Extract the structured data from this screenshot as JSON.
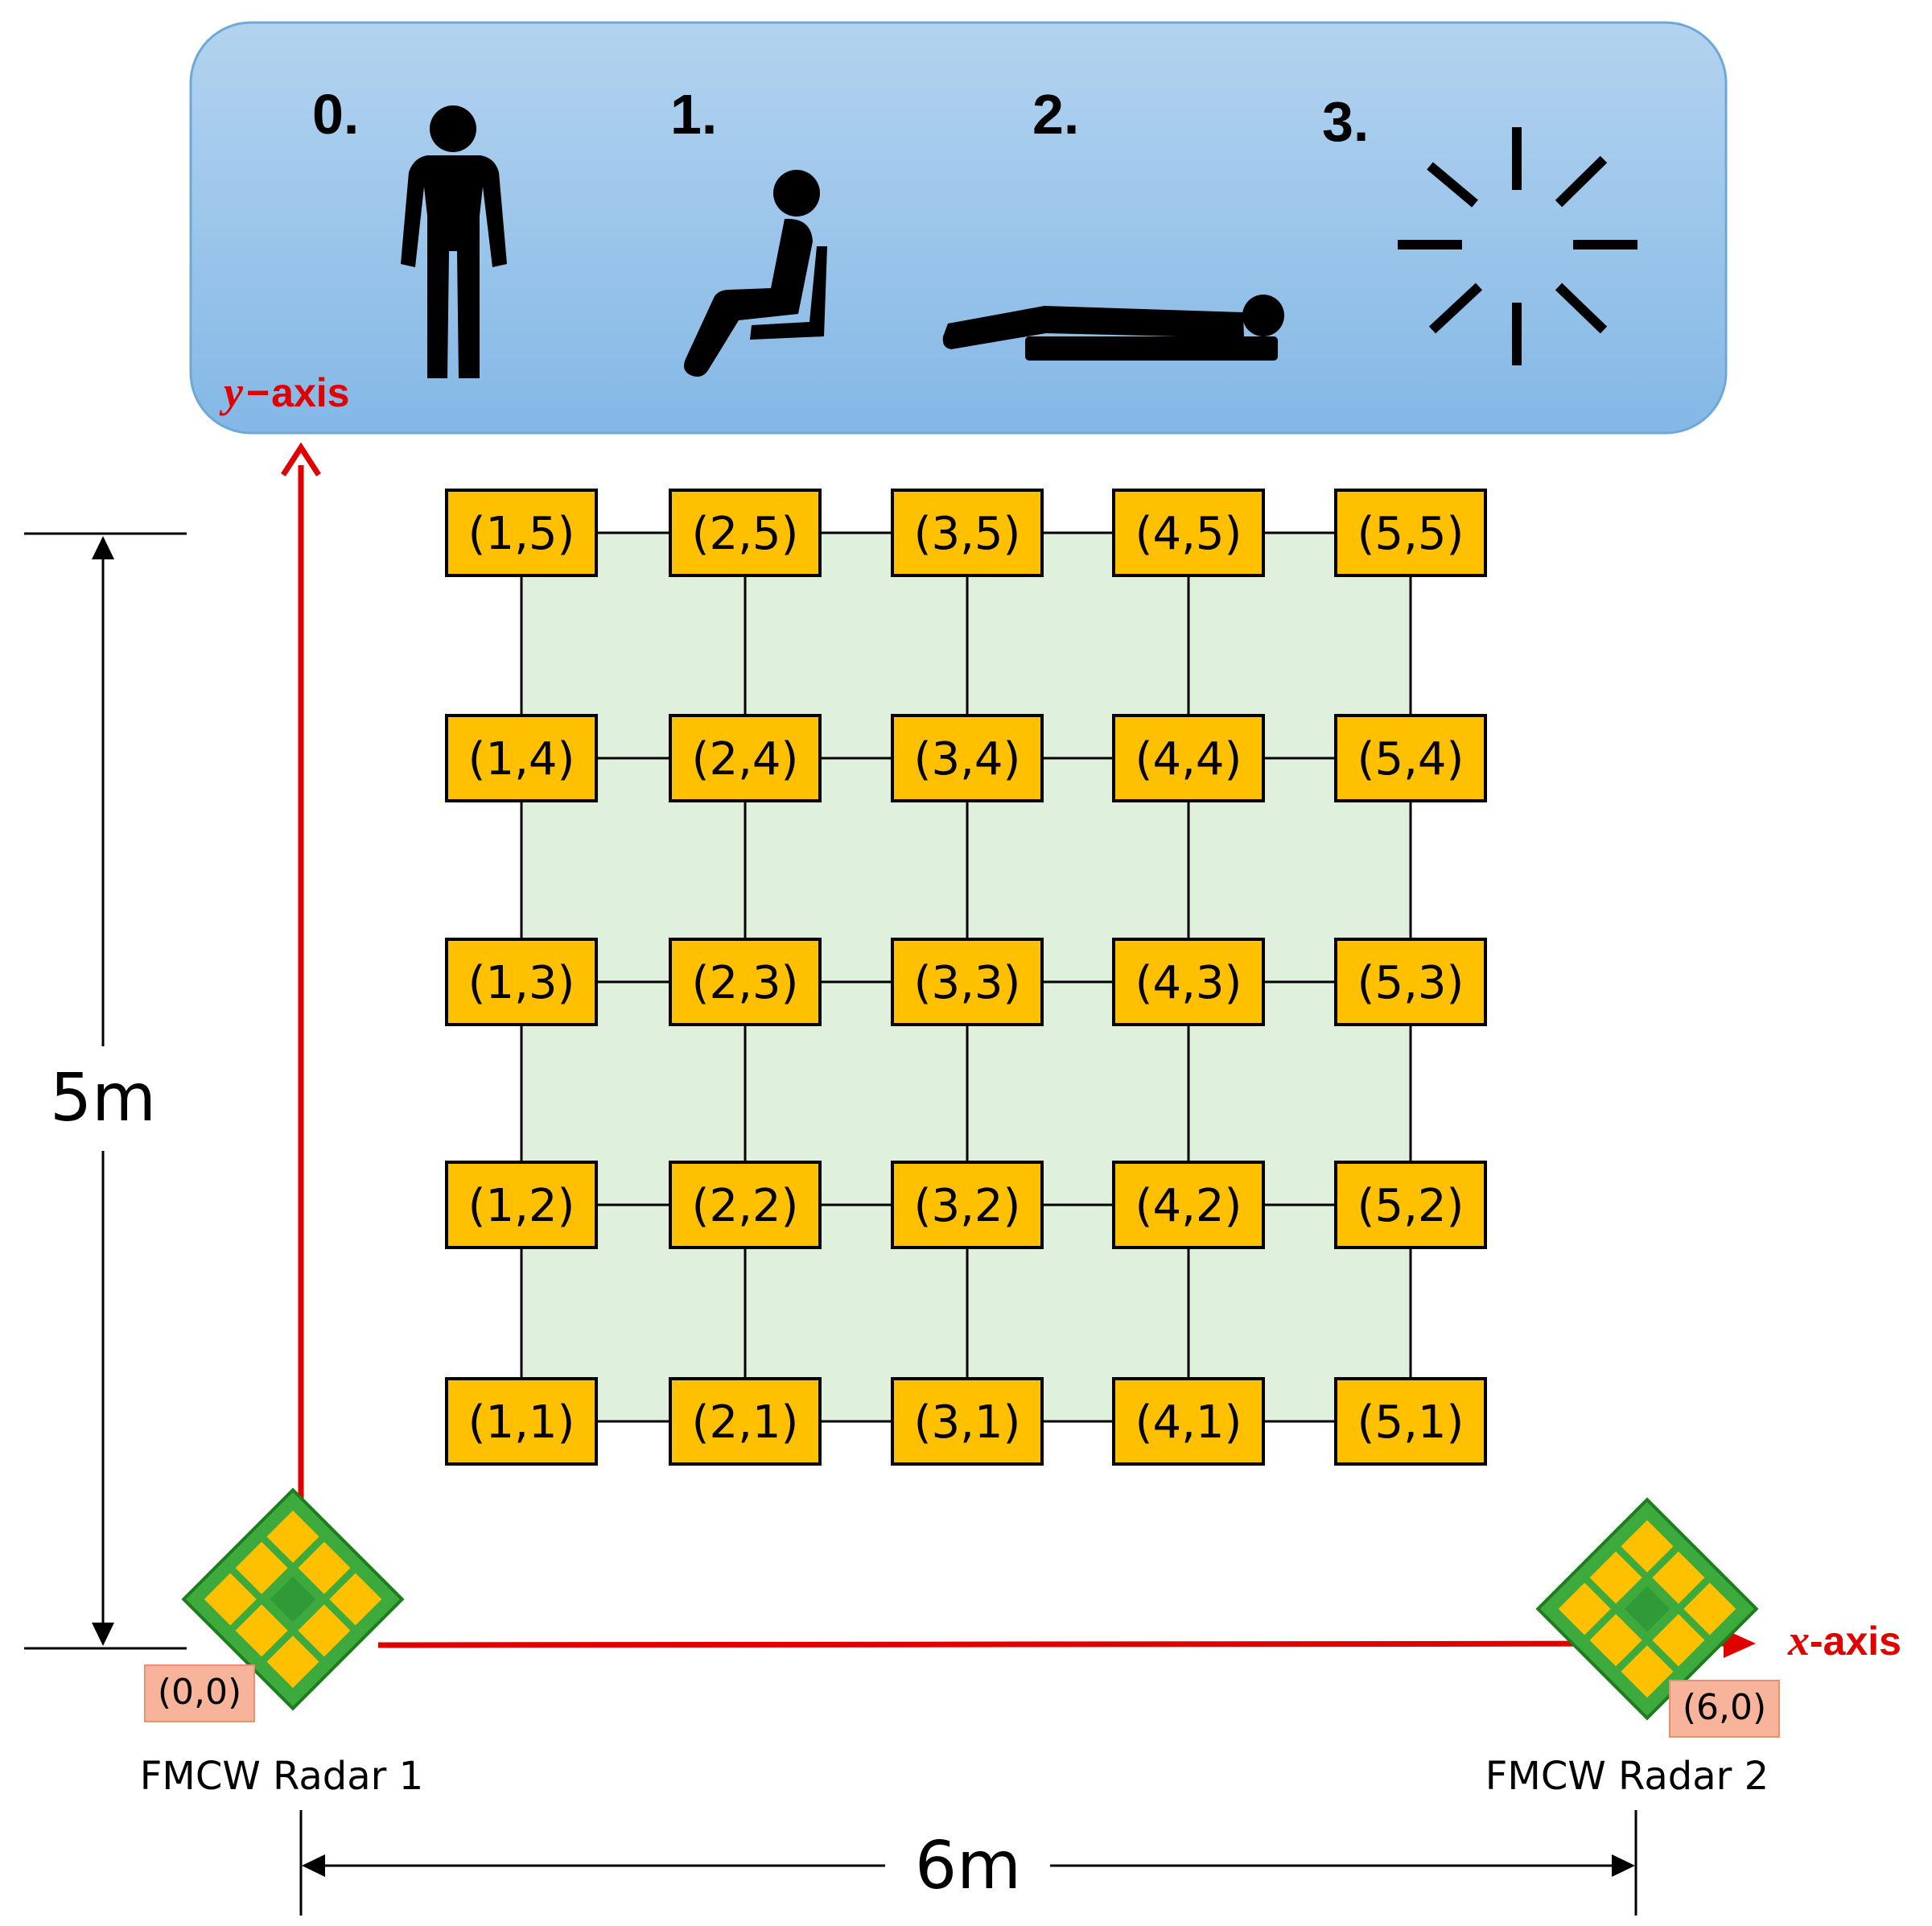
{
  "poses": [
    {
      "number": "0.",
      "icon": "standing-person-icon"
    },
    {
      "number": "1.",
      "icon": "sitting-person-icon"
    },
    {
      "number": "2.",
      "icon": "lying-person-icon"
    },
    {
      "number": "3.",
      "icon": "empty-burst-icon"
    }
  ],
  "axes": {
    "y_var": "y",
    "y_sep": "−",
    "y_text": "axis",
    "x_var": "x",
    "x_sep": "-",
    "x_text": "axis",
    "color": "#e00000"
  },
  "grid": {
    "columns": 5,
    "rows": 5,
    "node_color": "#ffc000",
    "area_color": "#dff0dc",
    "nodes": [
      {
        "label": "(1,5)",
        "col": 1,
        "row": 5
      },
      {
        "label": "(2,5)",
        "col": 2,
        "row": 5
      },
      {
        "label": "(3,5)",
        "col": 3,
        "row": 5
      },
      {
        "label": "(4,5)",
        "col": 4,
        "row": 5
      },
      {
        "label": "(5,5)",
        "col": 5,
        "row": 5
      },
      {
        "label": "(1,4)",
        "col": 1,
        "row": 4
      },
      {
        "label": "(2,4)",
        "col": 2,
        "row": 4
      },
      {
        "label": "(3,4)",
        "col": 3,
        "row": 4
      },
      {
        "label": "(4,4)",
        "col": 4,
        "row": 4
      },
      {
        "label": "(5,4)",
        "col": 5,
        "row": 4
      },
      {
        "label": "(1,3)",
        "col": 1,
        "row": 3
      },
      {
        "label": "(2,3)",
        "col": 2,
        "row": 3
      },
      {
        "label": "(3,3)",
        "col": 3,
        "row": 3
      },
      {
        "label": "(4,3)",
        "col": 4,
        "row": 3
      },
      {
        "label": "(5,3)",
        "col": 5,
        "row": 3
      },
      {
        "label": "(1,2)",
        "col": 1,
        "row": 2
      },
      {
        "label": "(2,2)",
        "col": 2,
        "row": 2
      },
      {
        "label": "(3,2)",
        "col": 3,
        "row": 2
      },
      {
        "label": "(4,2)",
        "col": 4,
        "row": 2
      },
      {
        "label": "(5,2)",
        "col": 5,
        "row": 2
      },
      {
        "label": "(1,1)",
        "col": 1,
        "row": 1
      },
      {
        "label": "(2,1)",
        "col": 2,
        "row": 1
      },
      {
        "label": "(3,1)",
        "col": 3,
        "row": 1
      },
      {
        "label": "(4,1)",
        "col": 4,
        "row": 1
      },
      {
        "label": "(5,1)",
        "col": 5,
        "row": 1
      }
    ]
  },
  "radars": [
    {
      "name": "FMCW Radar 1",
      "coord": "(0,0)"
    },
    {
      "name": "FMCW Radar 2",
      "coord": "(6,0)"
    }
  ],
  "dimensions": {
    "height": "5m",
    "width": "6m"
  },
  "colors": {
    "panel_top": "#b3d3ef",
    "panel_bottom": "#86b9e6",
    "radar_board": "#3caa3c",
    "radar_pad": "#ffc000",
    "origin_box": "#f8b49a"
  }
}
